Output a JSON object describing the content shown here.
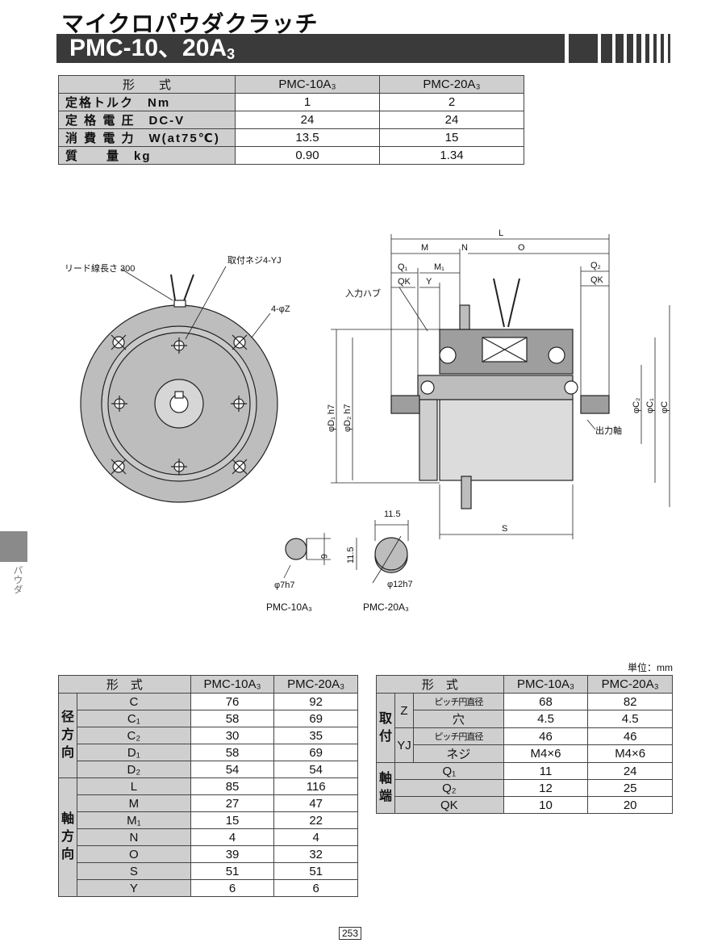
{
  "title": "マイクロパウダクラッチ",
  "model_banner": "PMC-10、20A",
  "model_banner_sub": "3",
  "spec_table": {
    "header": {
      "label": "形　　式",
      "col1": "PMC-10A₃",
      "col2": "PMC-20A₃"
    },
    "rows": [
      {
        "label": "定格トルク　Nm",
        "v1": "1",
        "v2": "2"
      },
      {
        "label": "定 格 電 圧　DC-V",
        "v1": "24",
        "v2": "24"
      },
      {
        "label": "消 費 電 力　W(at75℃)",
        "v1": "13.5",
        "v2": "15"
      },
      {
        "label": "質　　量　kg",
        "v1": "0.90",
        "v2": "1.34"
      }
    ]
  },
  "drawing": {
    "lead_wire": "リード線長さ 300",
    "mount_screw": "取付ネジ4-YJ",
    "hole": "4-φZ",
    "input_hub": "入力ハブ",
    "output_shaft": "出力軸",
    "dims": {
      "L": "L",
      "M": "M",
      "N": "N",
      "O": "O",
      "Q1": "Q₁",
      "M1": "M₁",
      "QK": "QK",
      "Y": "Y",
      "Q2": "Q₂",
      "S": "S",
      "D1": "φD₁ h7",
      "D2": "φD₂ h7",
      "C": "φC",
      "C1": "φC₁",
      "C2": "φC₂"
    },
    "shaft10": {
      "dim": "6",
      "dia": "φ7h7",
      "label": "PMC-10A₃"
    },
    "shaft20": {
      "w": "11.5",
      "h": "11.5",
      "dia": "φ12h7",
      "label": "PMC-20A₃"
    }
  },
  "unit_label": "単位：mm",
  "side_tab": "パウダ",
  "page_number": "253",
  "dim_table_radial_axial": {
    "header": {
      "label": "形　式",
      "col1": "PMC-10A₃",
      "col2": "PMC-20A₃"
    },
    "group_radial": "径方向",
    "group_axial": "軸方向",
    "radial": [
      {
        "sym": "C",
        "v1": "76",
        "v2": "92"
      },
      {
        "sym": "C₁",
        "v1": "58",
        "v2": "69"
      },
      {
        "sym": "C₂",
        "v1": "30",
        "v2": "35"
      },
      {
        "sym": "D₁",
        "v1": "58",
        "v2": "69"
      },
      {
        "sym": "D₂",
        "v1": "54",
        "v2": "54"
      }
    ],
    "axial": [
      {
        "sym": "L",
        "v1": "85",
        "v2": "116"
      },
      {
        "sym": "M",
        "v1": "27",
        "v2": "47"
      },
      {
        "sym": "M₁",
        "v1": "15",
        "v2": "22"
      },
      {
        "sym": "N",
        "v1": "4",
        "v2": "4"
      },
      {
        "sym": "O",
        "v1": "39",
        "v2": "32"
      },
      {
        "sym": "S",
        "v1": "51",
        "v2": "51"
      },
      {
        "sym": "Y",
        "v1": "6",
        "v2": "6"
      }
    ]
  },
  "dim_table_mount": {
    "header": {
      "label": "形　式",
      "col1": "PMC-10A₃",
      "col2": "PMC-20A₃"
    },
    "group_mount": "取付",
    "group_shaft_end": "軸端",
    "z_label": "Z",
    "yj_label": "YJ",
    "rows": [
      {
        "sub": "ピッチ円直径",
        "v1": "68",
        "v2": "82"
      },
      {
        "sub": "穴",
        "v1": "4.5",
        "v2": "4.5"
      },
      {
        "sub": "ピッチ円直径",
        "v1": "46",
        "v2": "46"
      },
      {
        "sub": "ネジ",
        "v1": "M4×6",
        "v2": "M4×6"
      }
    ],
    "shaft_rows": [
      {
        "sym": "Q₁",
        "v1": "11",
        "v2": "24"
      },
      {
        "sym": "Q₂",
        "v1": "12",
        "v2": "25"
      },
      {
        "sym": "QK",
        "v1": "10",
        "v2": "20"
      }
    ]
  }
}
